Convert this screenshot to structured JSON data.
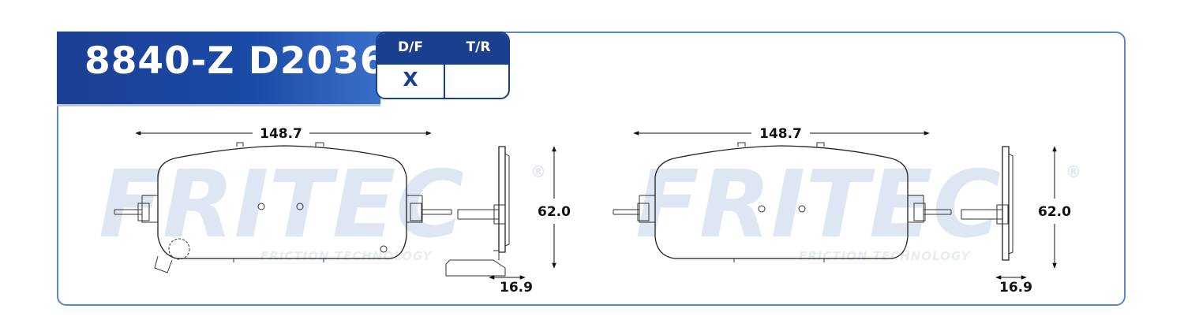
{
  "header": {
    "part_number": "8840-Z D2036",
    "classification": [
      {
        "label": "D/F",
        "value": "X"
      },
      {
        "label": "T/R",
        "value": ""
      }
    ]
  },
  "watermark": {
    "brand": "FRITEC",
    "registered": "®",
    "tagline": "FRICTION TECHNOLOGY"
  },
  "views": [
    {
      "name": "pad-left",
      "width_dim": "148.7",
      "height_dim": "62.0",
      "thickness_dim": "16.9"
    },
    {
      "name": "pad-right",
      "width_dim": "148.7",
      "height_dim": "62.0",
      "thickness_dim": "16.9"
    }
  ],
  "colors": {
    "frame": "#5b86c8",
    "header_bg": "#1b3f8f",
    "watermark": "#dfe6f3"
  }
}
